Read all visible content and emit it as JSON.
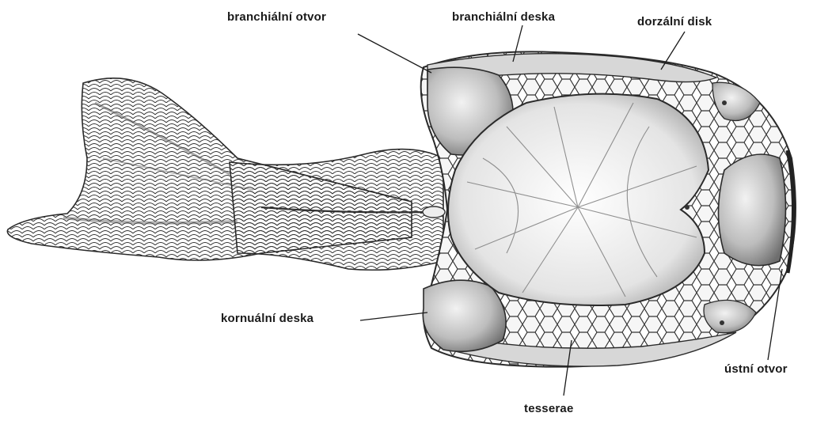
{
  "labels": {
    "branchial_opening": "branchiální otvor",
    "branchial_plate": "branchiální deska",
    "dorsal_disc": "dorzální disk",
    "cornual_plate": "kornuální deska",
    "mouth_opening": "ústní otvor",
    "tesserae": "tesserae"
  },
  "colors": {
    "ink": "#2a2a2a",
    "shade": "#8a8a8a",
    "light_shade": "#c8c8c8",
    "paper": "#ffffff"
  }
}
